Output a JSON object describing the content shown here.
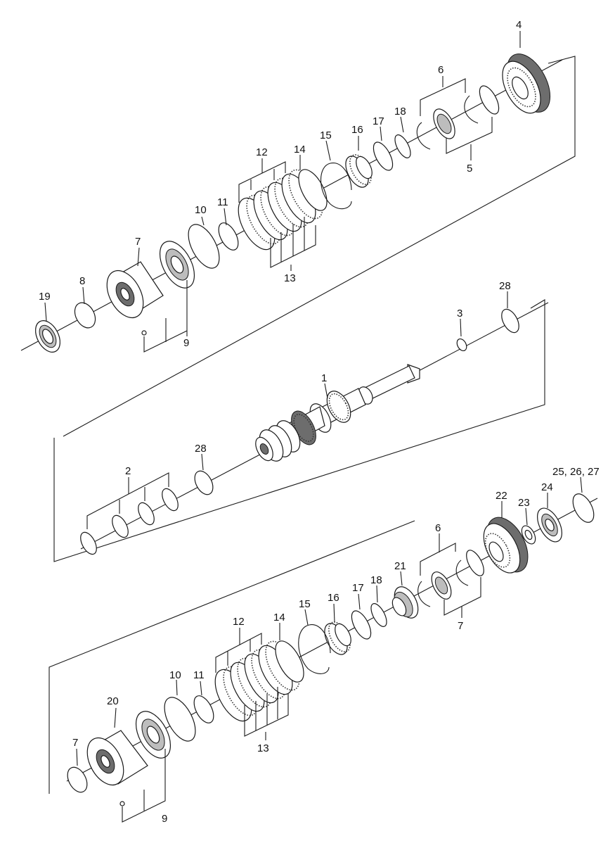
{
  "labels": {
    "l1": "1",
    "l2": "2",
    "l3": "3",
    "l4": "4",
    "l5": "5",
    "l6": "6",
    "l7": "7",
    "l8": "8",
    "l9": "9",
    "l10": "10",
    "l11": "11",
    "l12": "12",
    "l13": "13",
    "l14": "14",
    "l15": "15",
    "l16": "16",
    "l17": "17",
    "l18": "18",
    "l19": "19",
    "l28": "28",
    "b2": "2",
    "b6": "6",
    "b7": "7",
    "b7b": "7",
    "b9": "9",
    "b10": "10",
    "b11": "11",
    "b12": "12",
    "b13": "13",
    "b14": "14",
    "b15": "15",
    "b16": "16",
    "b17": "17",
    "b18": "18",
    "b20": "20",
    "b21": "21",
    "b22": "22",
    "b23": "23",
    "b24": "24",
    "b25": "25, 26, 27",
    "b28": "28"
  }
}
